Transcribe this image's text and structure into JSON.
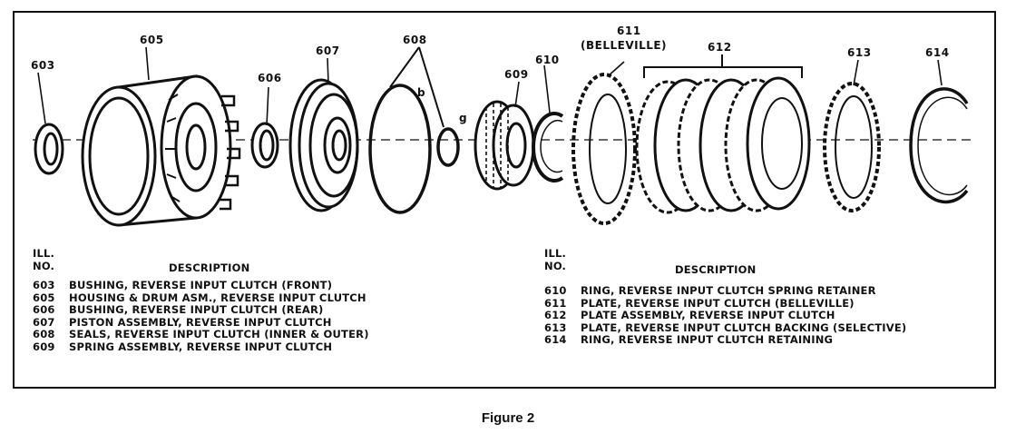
{
  "callouts": {
    "c603": "603",
    "c605": "605",
    "c606": "606",
    "c607": "607",
    "c608": "608",
    "c608b": "b",
    "c608g": "g",
    "c609": "609",
    "c610": "610",
    "c611": "611",
    "c611sub": "(BELLEVILLE)",
    "c612": "612",
    "c613": "613",
    "c614": "614"
  },
  "legend_left": {
    "ill": "ILL.",
    "no": "NO.",
    "description_header": "DESCRIPTION",
    "rows": [
      {
        "no": "603",
        "desc": "BUSHING, REVERSE INPUT CLUTCH (FRONT)"
      },
      {
        "no": "605",
        "desc": "HOUSING & DRUM ASM., REVERSE INPUT CLUTCH"
      },
      {
        "no": "606",
        "desc": "BUSHING, REVERSE INPUT CLUTCH (REAR)"
      },
      {
        "no": "607",
        "desc": "PISTON ASSEMBLY, REVERSE INPUT CLUTCH"
      },
      {
        "no": "608",
        "desc": "SEALS, REVERSE INPUT CLUTCH (INNER & OUTER)"
      },
      {
        "no": "609",
        "desc": "SPRING ASSEMBLY, REVERSE INPUT CLUTCH"
      }
    ]
  },
  "legend_right": {
    "ill": "ILL.",
    "no": "NO.",
    "description_header": "DESCRIPTION",
    "rows": [
      {
        "no": "610",
        "desc": "RING, REVERSE INPUT CLUTCH SPRING RETAINER"
      },
      {
        "no": "611",
        "desc": "PLATE, REVERSE INPUT CLUTCH (BELLEVILLE)"
      },
      {
        "no": "612",
        "desc": "PLATE ASSEMBLY, REVERSE INPUT CLUTCH"
      },
      {
        "no": "613",
        "desc": "PLATE, REVERSE INPUT CLUTCH BACKING (SELECTIVE)"
      },
      {
        "no": "614",
        "desc": "RING, REVERSE INPUT CLUTCH RETAINING"
      }
    ]
  },
  "caption": "Figure 2"
}
